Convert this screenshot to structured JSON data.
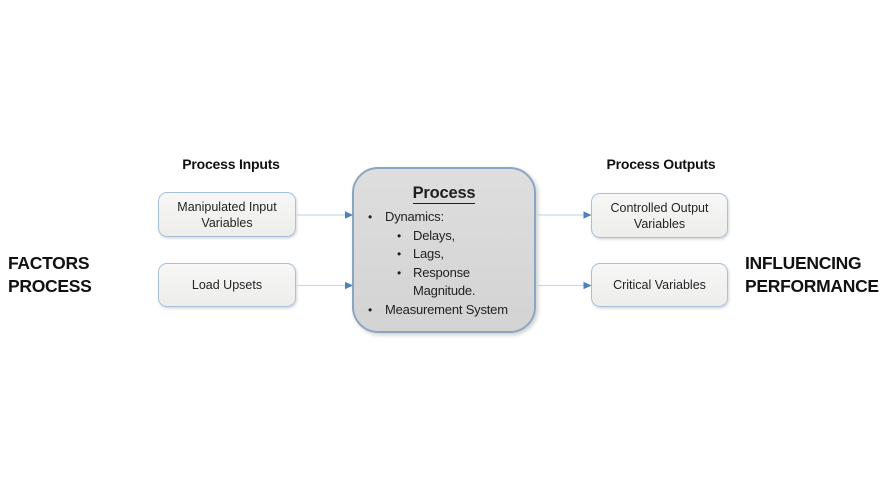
{
  "diagram": {
    "left_caption": {
      "line1": "FACTORS",
      "line2": "PROCESS"
    },
    "right_caption": {
      "line1": "INFLUENCING",
      "line2": "PERFORMANCE"
    },
    "inputs": {
      "header": "Process Inputs",
      "boxes": [
        {
          "label": "Manipulated Input Variables"
        },
        {
          "label": "Load Upsets"
        }
      ]
    },
    "outputs": {
      "header": "Process Outputs",
      "boxes": [
        {
          "label": "Controlled Output Variables"
        },
        {
          "label": "Critical Variables"
        }
      ]
    },
    "process": {
      "title": "Process",
      "items": [
        {
          "level": 1,
          "text": "Dynamics:"
        },
        {
          "level": 2,
          "text": "Delays,"
        },
        {
          "level": 2,
          "text": "Lags,"
        },
        {
          "level": 2,
          "text": "Response\nMagnitude."
        },
        {
          "level": 1,
          "text": "Measurement System"
        }
      ]
    }
  },
  "colors": {
    "background": "#ffffff",
    "io_box_fill": "#f2f2f0",
    "io_box_border": "#a7c1dc",
    "process_fill": "#d8d8d8",
    "process_border": "#8ba6c1",
    "arrow_line": "#c7dbee",
    "arrow_head": "#4f81bd",
    "text": "#1f1f1f"
  }
}
